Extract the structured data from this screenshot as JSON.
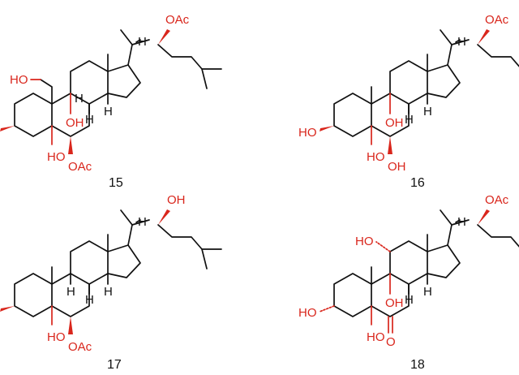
{
  "colors": {
    "bond": "#111111",
    "highlight": "#d9261c",
    "background": "#ffffff"
  },
  "compounds": [
    {
      "number": "15",
      "labels": {
        "side_chain_sub": "OAc",
        "c19_sub": "HO",
        "c9_sub": "OH",
        "c5_sub": "HO",
        "c6_sub": "OAc",
        "h_c20": "H",
        "h_c8": "H",
        "h_c9": "H",
        "h_c14": "H"
      }
    },
    {
      "number": "16",
      "labels": {
        "side_chain_sub": "OAc",
        "c3_sub": "HO",
        "c9_sub": "OH",
        "c5_sub": "HO",
        "c6_sub": "OH",
        "h_c20": "H",
        "h_c8": "H",
        "h_c14": "H"
      }
    },
    {
      "number": "17",
      "labels": {
        "side_chain_sub": "OH",
        "c5_sub": "HO",
        "c6_sub": "OAc",
        "h_c20": "H",
        "h_c8": "H",
        "h_c9": "H",
        "h_c14": "H"
      }
    },
    {
      "number": "18",
      "labels": {
        "side_chain_sub": "OAc",
        "c11_sub": "HO",
        "c3_sub": "HO",
        "c9_sub": "OH",
        "c5_sub": "HO",
        "c6_sub": "O",
        "h_c20": "H",
        "h_c8": "H",
        "h_c14": "H"
      }
    }
  ]
}
